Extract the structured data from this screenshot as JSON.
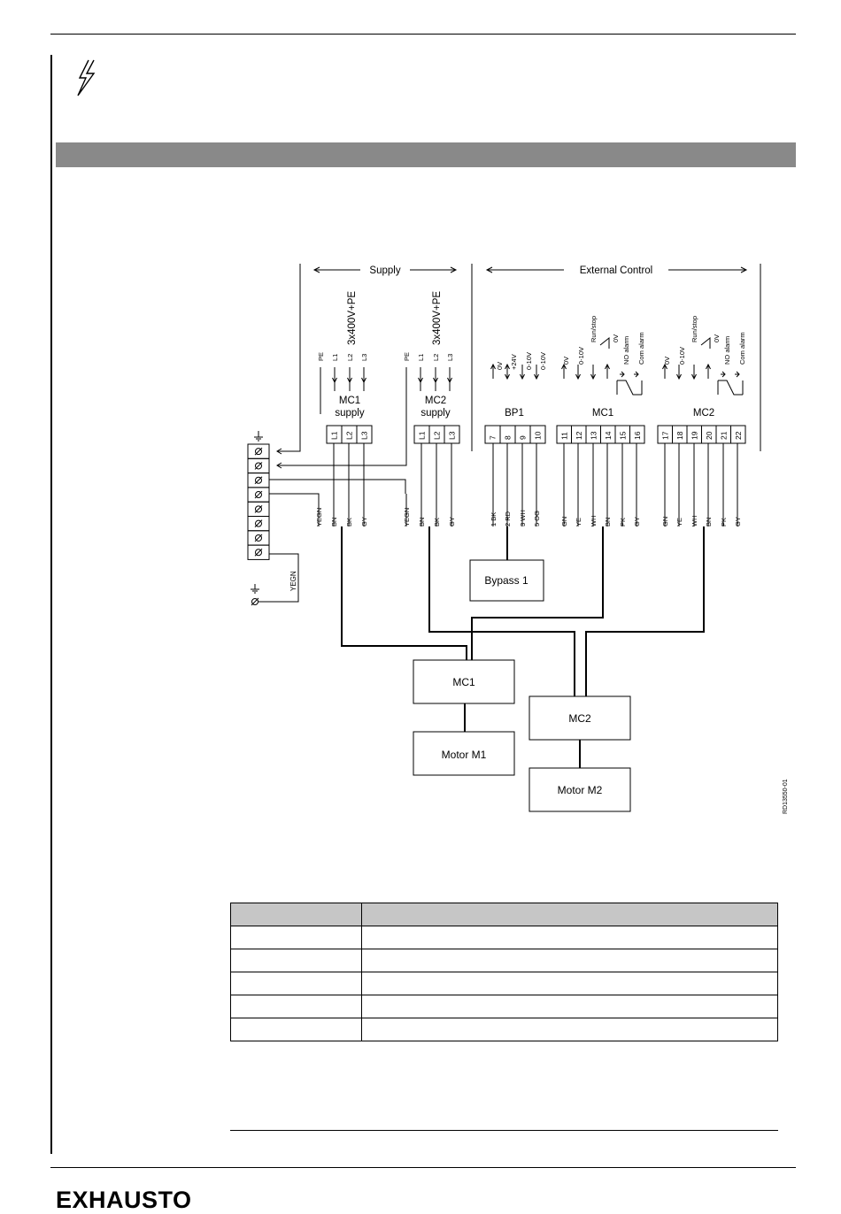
{
  "diagram": {
    "group_supply": "Supply",
    "group_external": "External Control",
    "voltage_mc1": "3x400V+PE",
    "voltage_mc2": "3x400V+PE",
    "supply_pins": [
      "PE",
      "L1",
      "L2",
      "L3"
    ],
    "mc1_supply_label_line1": "MC1",
    "mc1_supply_label_line2": "supply",
    "mc2_supply_label_line1": "MC2",
    "mc2_supply_label_line2": "supply",
    "mc1_supply_terminals": [
      "L1",
      "L2",
      "L3"
    ],
    "mc2_supply_terminals": [
      "L1",
      "L2",
      "L3"
    ],
    "mc1_supply_wires": [
      "YEGN",
      "BN",
      "BK",
      "GY"
    ],
    "mc2_supply_wires": [
      "YEGN",
      "BN",
      "BK",
      "GY"
    ],
    "bp1_label": "BP1",
    "bp1_signals": [
      "0V",
      "+24V",
      "0-10V",
      "0-10V"
    ],
    "bp1_terminals": [
      "7",
      "8",
      "9",
      "10"
    ],
    "bp1_wires": [
      "1 BK",
      "2 RD",
      "3 WH",
      "5 OG"
    ],
    "mc1_ctrl_label": "MC1",
    "mc1_ctrl_signals": [
      "0V",
      "0-10V",
      "Run/stop",
      "0V",
      "NO alarm",
      "Com alarm"
    ],
    "mc1_ctrl_terminals": [
      "11",
      "12",
      "13",
      "14",
      "15",
      "16"
    ],
    "mc1_ctrl_wires": [
      "GN",
      "YE",
      "WH",
      "BN",
      "PK",
      "GY"
    ],
    "mc2_ctrl_label": "MC2",
    "mc2_ctrl_signals": [
      "0V",
      "0-10V",
      "Run/stop",
      "0V",
      "NO alarm",
      "Com alarm"
    ],
    "mc2_ctrl_terminals": [
      "17",
      "18",
      "19",
      "20",
      "21",
      "22"
    ],
    "mc2_ctrl_wires": [
      "GN",
      "YE",
      "WH",
      "BN",
      "PK",
      "GY"
    ],
    "ground_wire": "YEGN",
    "box_bypass": "Bypass 1",
    "box_mc1": "MC1",
    "box_mc2": "MC2",
    "box_motor1": "Motor M1",
    "box_motor2": "Motor M2",
    "drawing_id": "RD13550-01"
  },
  "brand": {
    "logo": "EXHAUSTO"
  }
}
